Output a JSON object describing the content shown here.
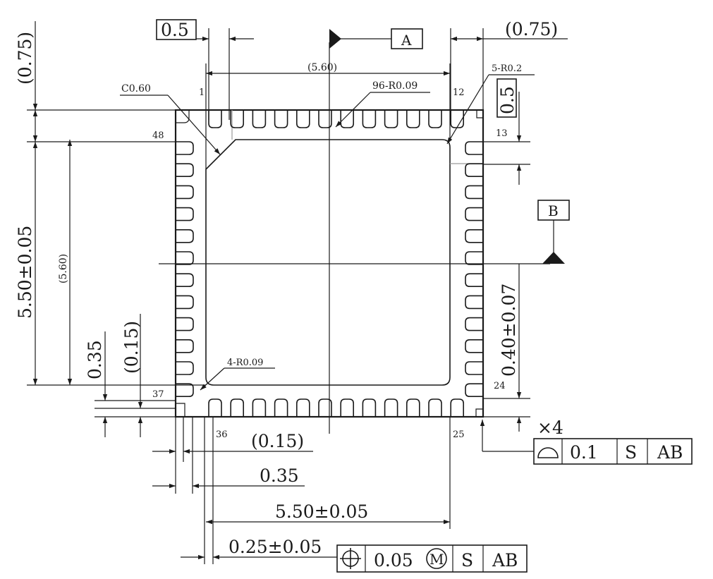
{
  "datums": {
    "a": "A",
    "b": "B"
  },
  "dims": {
    "lead_pitch_box": "0.5",
    "lead_pitch_box_right": "0.5",
    "edge_top_right": "(0.75)",
    "edge_left_top": "(0.75)",
    "pad_width_ref": "(5.60)",
    "pad_height_ref": "(5.60)",
    "chamfer": "C0.60",
    "lead_radius": "96-R0.09",
    "corner_radius_5": "5-R0.2",
    "corner_radius_4": "4-R0.09",
    "pad_height_tol": "5.50±0.05",
    "pad_width_tol": "5.50±0.05",
    "lead_gap_035_v": "0.35",
    "lead_gap_015_v": "(0.15)",
    "lead_gap_015_h": "(0.15)",
    "lead_gap_035_h": "0.35",
    "lead_length": "0.40±0.07",
    "lead_width": "0.25±0.05",
    "repeat": "×4"
  },
  "pins": {
    "p1": "1",
    "p12": "12",
    "p13": "13",
    "p24": "24",
    "p25": "25",
    "p36": "36",
    "p37": "37",
    "p48": "48"
  },
  "fcf_profile": {
    "value": "0.1",
    "mod": "S",
    "datum": "AB"
  },
  "fcf_position": {
    "value": "0.05",
    "mmc": "M",
    "mod": "S",
    "datum": "AB"
  }
}
